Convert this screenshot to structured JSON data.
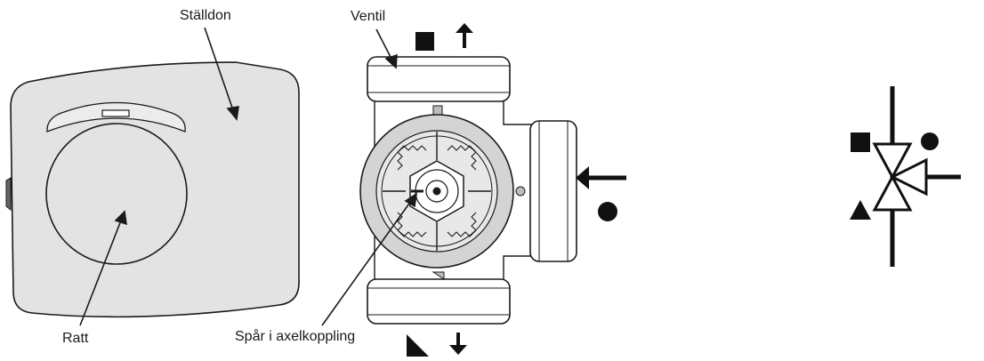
{
  "labels": {
    "actuator": "Ställdon",
    "valve": "Ventil",
    "knob": "Ratt",
    "shaft_slot": "Spår i axelkoppling"
  },
  "colors": {
    "housing_fill": "#e3e3e3",
    "outline": "#1a1a1a",
    "indicator": "#e0102a",
    "port_symbol": "#111111"
  },
  "icons": [
    "square-port-symbol",
    "triangle-port-symbol",
    "circle-port-symbol",
    "flow-arrow-up-icon",
    "flow-arrow-down-icon",
    "flow-arrow-left-icon"
  ]
}
